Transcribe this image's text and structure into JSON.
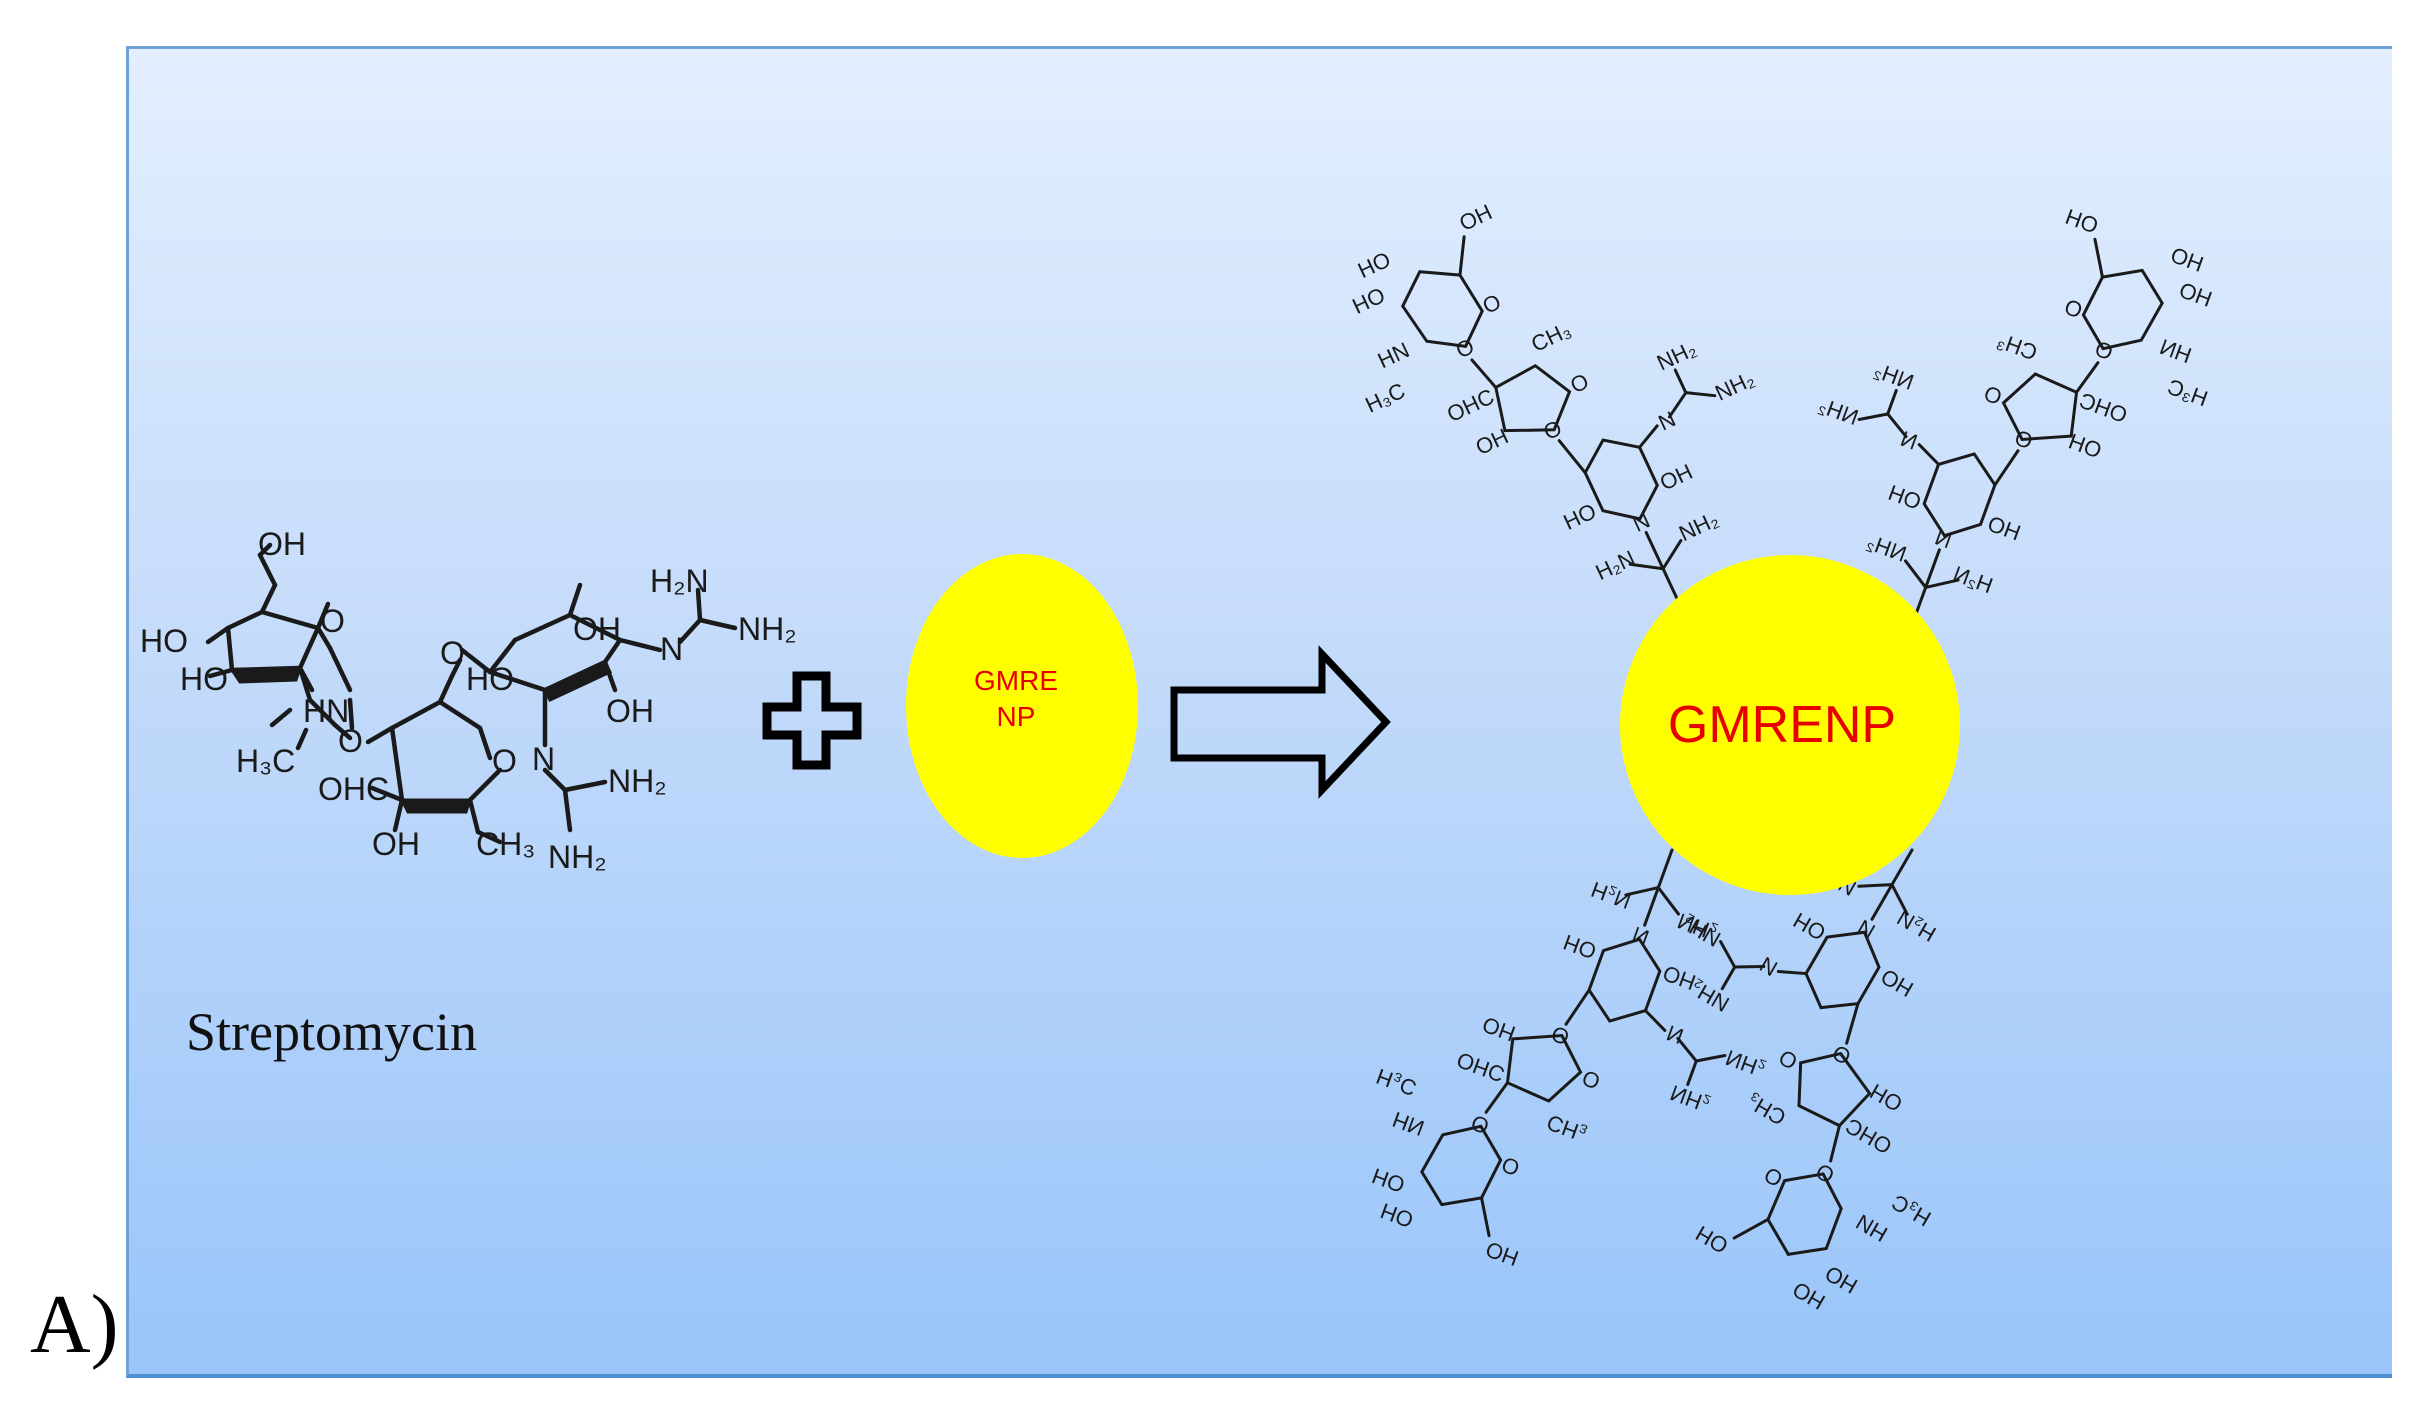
{
  "panel_label": "A)",
  "molecule": {
    "caption": "Streptomycin",
    "atom_labels": {
      "oh_top": "OH",
      "ho_left": "HO",
      "ho_left2": "HO",
      "hn": "HN",
      "h3c": "H₃C",
      "ohc": "OHC",
      "oh_bottom": "OH",
      "ch3": "CH₃",
      "ho_ring3": "HO",
      "oh_ring3_top": "OH",
      "oh_ring3_bottom": "OH",
      "n1": "N",
      "n2": "N",
      "h2n": "H₂N",
      "nh2_a": "NH₂",
      "nh2_b": "NH₂",
      "nh2_c": "NH₂"
    }
  },
  "operator_plus": "plus-icon",
  "reactant_np": {
    "line1": "GMRE",
    "line2": "NP",
    "color": "#ffff00",
    "text_color": "#e60000"
  },
  "reaction_arrow": "arrow-right-icon",
  "product_np": {
    "label": "GMRENP",
    "color": "#ffff00",
    "text_color": "#e60000"
  },
  "colors": {
    "panel_top": "#e3efff",
    "panel_bottom": "#99c5fa",
    "border": "#4d8fd0"
  }
}
